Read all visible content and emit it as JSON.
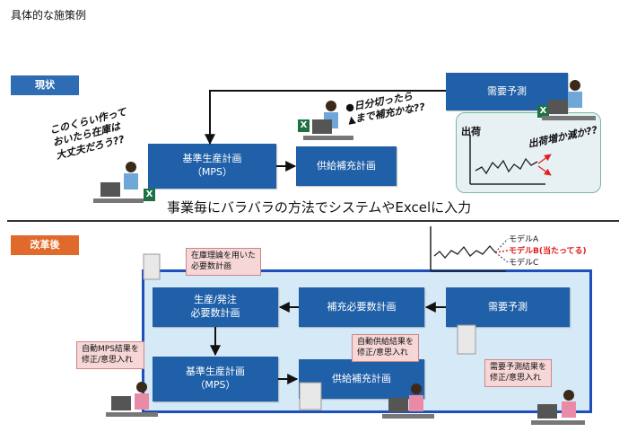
{
  "page_title": "具体的な施策例",
  "sections": {
    "current_label": "現状",
    "after_label": "改革後"
  },
  "current": {
    "forecast_box": "需要予測",
    "mps_box": "基準生産計画\n（MPS）",
    "supply_box": "供給補充計画",
    "thought_left": "このくらい作って\nおいたら在庫は\n大丈夫だろう??",
    "thought_mid": "●日分切ったら\n▲まで補充かな??",
    "thought_right": "出荷増か減か??",
    "chart_ylabel": "出荷",
    "caption": "事業毎にバラバラの方法でシステムやExcelに入力"
  },
  "after": {
    "forecast_box": "需要予測",
    "replenish_box": "補充必要数計画",
    "production_box": "生産/発注\n必要数計画",
    "mps_box": "基準生産計画\n（MPS）",
    "supply_box": "供給補充計画",
    "callout_inventory": "在庫理論を用いた\n必要数計画",
    "callout_mps": "自動MPS結果を\n修正/意思入れ",
    "callout_supply": "自動供給結果を\n修正/意思入れ",
    "callout_forecast": "需要予測結果を\n修正/意思入れ",
    "models": [
      "モデルA",
      "モデルB(当たってる)",
      "モデルC"
    ]
  },
  "colors": {
    "blue_box": "#2060A8",
    "label_blue": "#2E6DB4",
    "label_orange": "#E06A2B",
    "frame_blue": "#1F4FB8",
    "highlight_red": "#E02020"
  }
}
